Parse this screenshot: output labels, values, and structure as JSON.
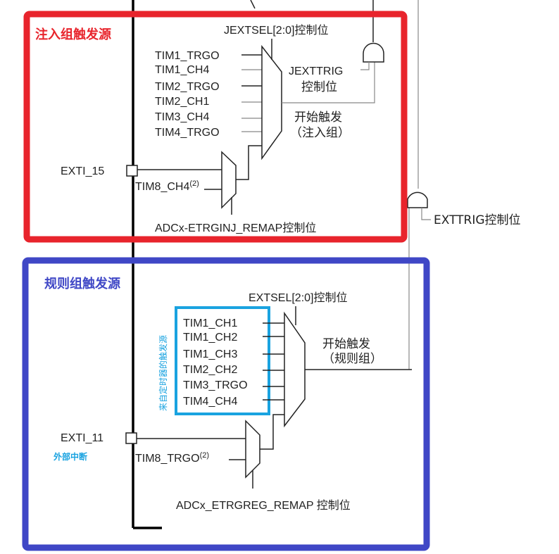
{
  "injected_group": {
    "title": "注入组触发源",
    "frame_color": "#e8242c",
    "select_label": "JEXTSEL[2:0]控制位",
    "inputs": [
      "TIM1_TRGO",
      "TIM1_CH4",
      "TIM2_TRGO",
      "TIM2_CH1",
      "TIM3_CH4",
      "TIM4_TRGO"
    ],
    "exti_label": "EXTI_15",
    "tim8_label": "TIM8_CH4",
    "tim8_note": "(2)",
    "remap_label": "ADCx-ETRGINJ_REMAP控制位",
    "trig_label_line1": "JEXTTRIG",
    "trig_label_line2": "控制位",
    "start_line1": "开始触发",
    "start_line2": "（注入组）"
  },
  "regular_group": {
    "title": "规则组触发源",
    "frame_color": "#3f47c6",
    "select_label": "EXTSEL[2:0]控制位",
    "timer_box_label": "来自定时器的触发源",
    "timer_box_color": "#1aa3e0",
    "inputs": [
      "TIM1_CH1",
      "TIM1_CH2",
      "TIM1_CH3",
      "TIM2_CH2",
      "TIM3_TRGO",
      "TIM4_CH4"
    ],
    "exti_label": "EXTI_11",
    "exti_note": "外部中断",
    "tim8_label": "TIM8_TRGO",
    "tim8_note": "(2)",
    "remap_label": "ADCx_ETRGREG_REMAP 控制位",
    "start_line1": "开始触发",
    "start_line2": "（规则组）"
  },
  "exttrig_label": "EXTTRIG控制位"
}
